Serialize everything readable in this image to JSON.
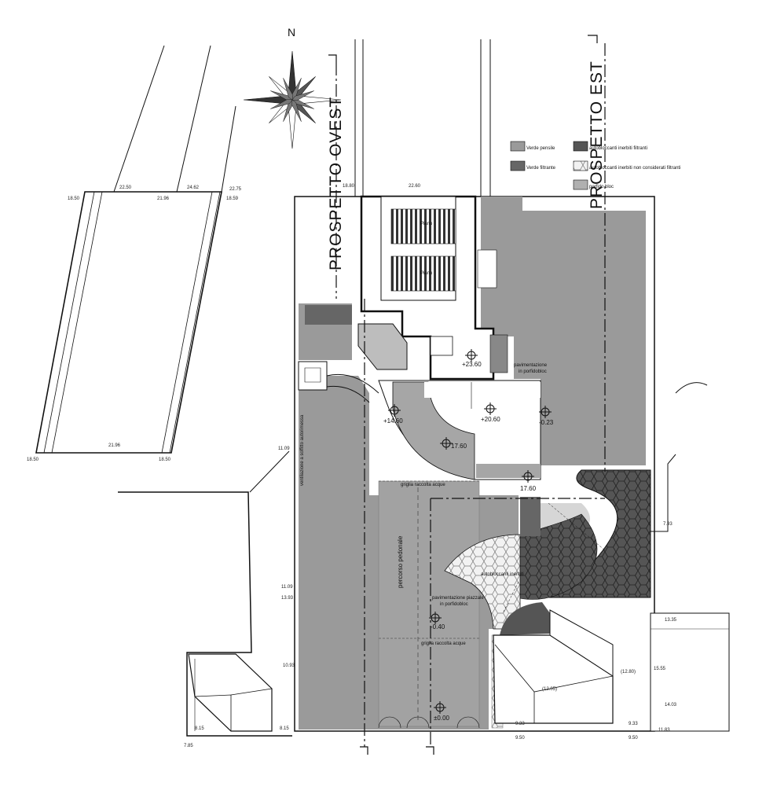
{
  "north_label": "N",
  "section_labels": {
    "west": "PROSPETTO OVEST",
    "east": "PROSPETTO EST"
  },
  "legend": [
    {
      "label": "Verde pensile",
      "color": "#9a9a9a"
    },
    {
      "label": "Verde filtrante",
      "color": "#666666"
    },
    {
      "label": "autobloccanti inerbiti filtranti",
      "color": "#555555"
    },
    {
      "label": "autobloccanti inerbiti non considerati filtranti",
      "color": "#e8e8e8"
    },
    {
      "label": "porfido bloc",
      "color": "#b0b0b0"
    }
  ],
  "elevations": [
    "+23.60",
    "+20.60",
    "+14.60",
    "17.60",
    "17.60",
    "-0.23",
    "-0.40",
    "±0.00"
  ],
  "labels": {
    "piano1": "Piano",
    "piano2": "Piano",
    "pav1": "pavimentazione",
    "pav2": "in porfidobloc",
    "percorso": "percorso pedonale",
    "ventilazione": "ventilazione a soffitto autorimessa",
    "griglia1": "griglia raccolta acque",
    "griglia2": "griglia raccolta acque",
    "pavpiaz1": "pavimentazione piazzale",
    "pavpiaz2": "in porfidobloc",
    "auto_inerbiti": "autobloccanti inerbiti"
  },
  "dimensions": {
    "d1": "22.50",
    "d2": "18.50",
    "d3": "21.96",
    "d4": "24.62",
    "d5": "22.75",
    "d6": "18.59",
    "d7": "21.96",
    "d8": "18.50",
    "d9": "18.50",
    "d10": "18.80",
    "d11": "22.60",
    "d12": "11.09",
    "d13": "11.09",
    "d14": "13.93",
    "d15": "10.93",
    "d16": "8.15",
    "d17": "8.15",
    "d18": "7.85",
    "d19": "7.93",
    "d20": "13.35",
    "d21": "15.55",
    "d22": "14.03",
    "d23": "11.83",
    "d24": "(12.80)",
    "d25": "(12.05)",
    "d26": "9.33",
    "d27": "9.33",
    "d28": "9.50",
    "d29": "9.50"
  }
}
